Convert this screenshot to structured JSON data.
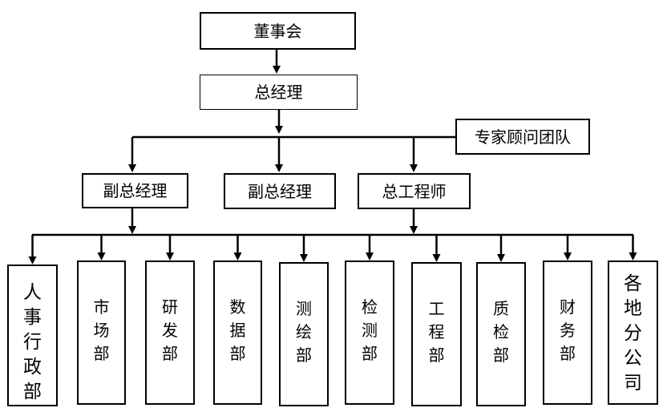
{
  "org": {
    "board": "董事会",
    "gm": "总经理",
    "advisors": "专家顾问团队",
    "deputy1": "副总经理",
    "deputy2": "副总经理",
    "chief_engineer": "总工程师",
    "departments": [
      "人事行政部",
      "市场部",
      "研发部",
      "数据部",
      "测绘部",
      "检测部",
      "工程部",
      "质检部",
      "财务部",
      "各地分公司"
    ]
  }
}
